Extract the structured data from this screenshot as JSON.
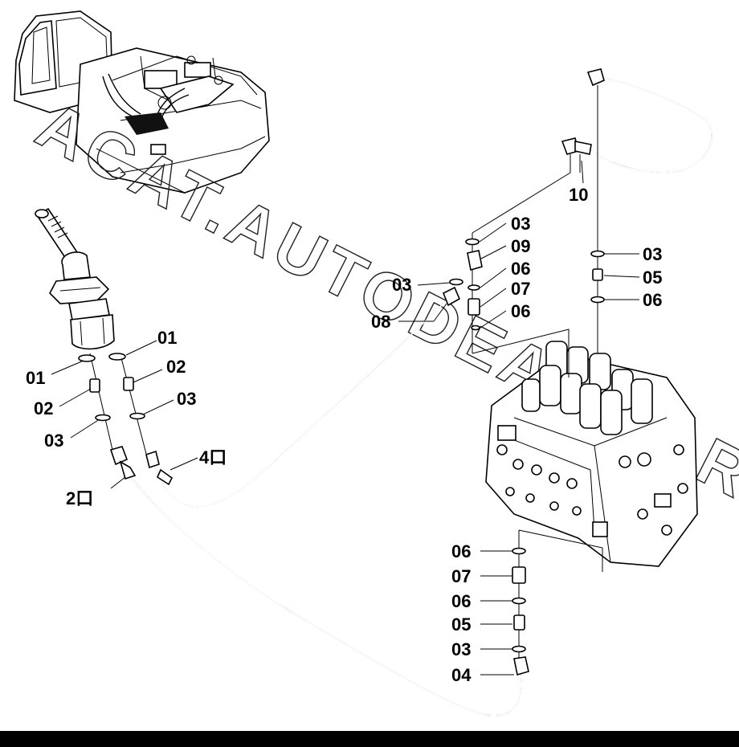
{
  "watermark": "ACAT.AUTODEALER.RU",
  "callouts": {
    "c_01a": "01",
    "c_01b": "01",
    "c_02a": "02",
    "c_02b": "02",
    "c_03a": "03",
    "c_03b": "03",
    "c_03c": "03",
    "c_03d": "03",
    "c_03e": "03",
    "c_03f": "03",
    "c_04": "04",
    "c_05a": "05",
    "c_05b": "05",
    "c_06a": "06",
    "c_06b": "06",
    "c_06c": "06",
    "c_06d": "06",
    "c_06e": "06",
    "c_07a": "07",
    "c_07b": "07",
    "c_08": "08",
    "c_09": "09",
    "c_10": "10",
    "c_2port": "2口",
    "c_4port": "4口"
  }
}
